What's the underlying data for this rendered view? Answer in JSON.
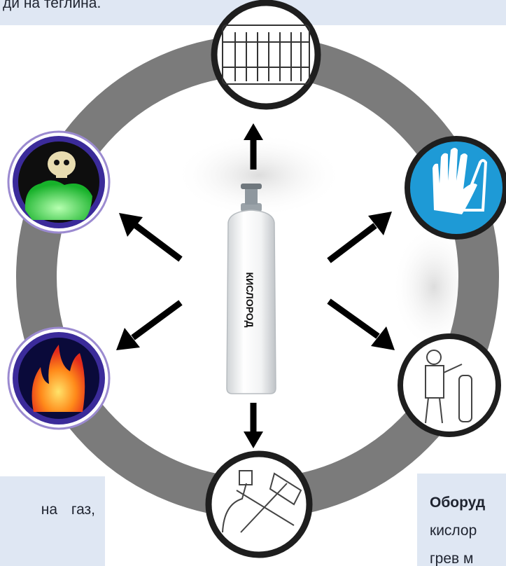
{
  "banner": {
    "text": "ди на теглина."
  },
  "left_box": {
    "text": "на газ,"
  },
  "right_box": {
    "line1": "Оборуд",
    "line2": "кислор",
    "line3": "грев м"
  },
  "cylinder": {
    "label": "КИСЛОРОД"
  },
  "icons": [
    "cylinders-storage-icon",
    "protective-gloves-icon",
    "welder-with-cylinder-icon",
    "cylinder-valve-handling-icon",
    "fire-hazard-icon",
    "toxic-skull-icon"
  ],
  "colors": {
    "ring": "#7b7b7b",
    "glove_blue": "#1e9ad6",
    "fire_red": "#e32a1b",
    "toxic_green": "#3fdc3f",
    "badge_purple": "#3b2b9a"
  }
}
